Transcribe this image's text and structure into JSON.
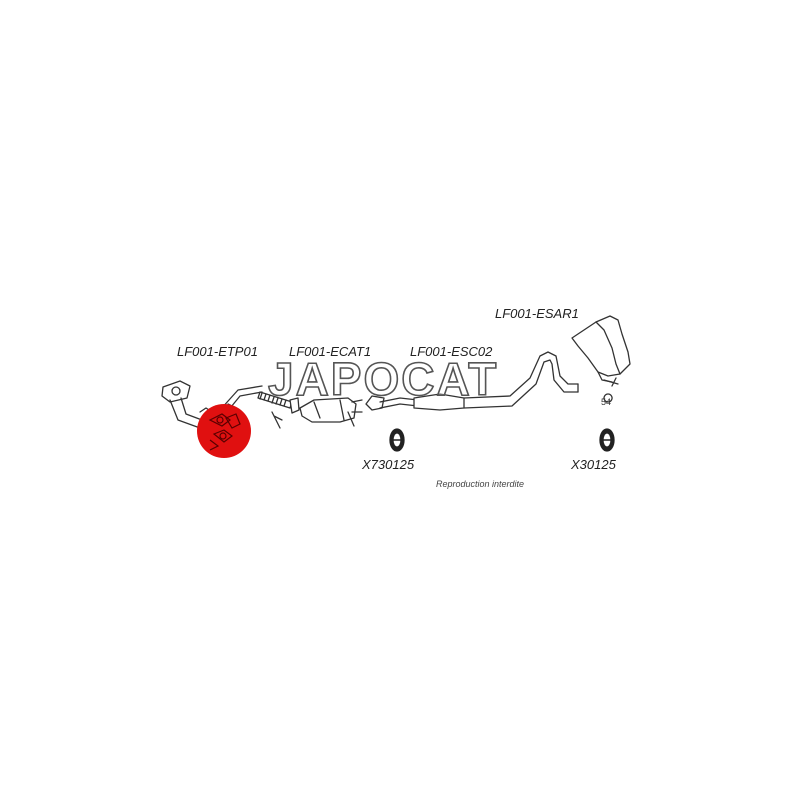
{
  "parts": [
    {
      "code": "LF001-ETP01"
    },
    {
      "code": "LF001-ECAT1"
    },
    {
      "code": "LF001-ESC02"
    },
    {
      "code": "LF001-ESAR1"
    }
  ],
  "hangers": [
    {
      "code": "X730125"
    },
    {
      "code": "X30125"
    }
  ],
  "clamp_label": "54",
  "notice": "Reproduction interdite",
  "watermark": "JAPOCAT",
  "colors": {
    "line": "#333333",
    "badge": "#e01010",
    "background": "#ffffff"
  }
}
